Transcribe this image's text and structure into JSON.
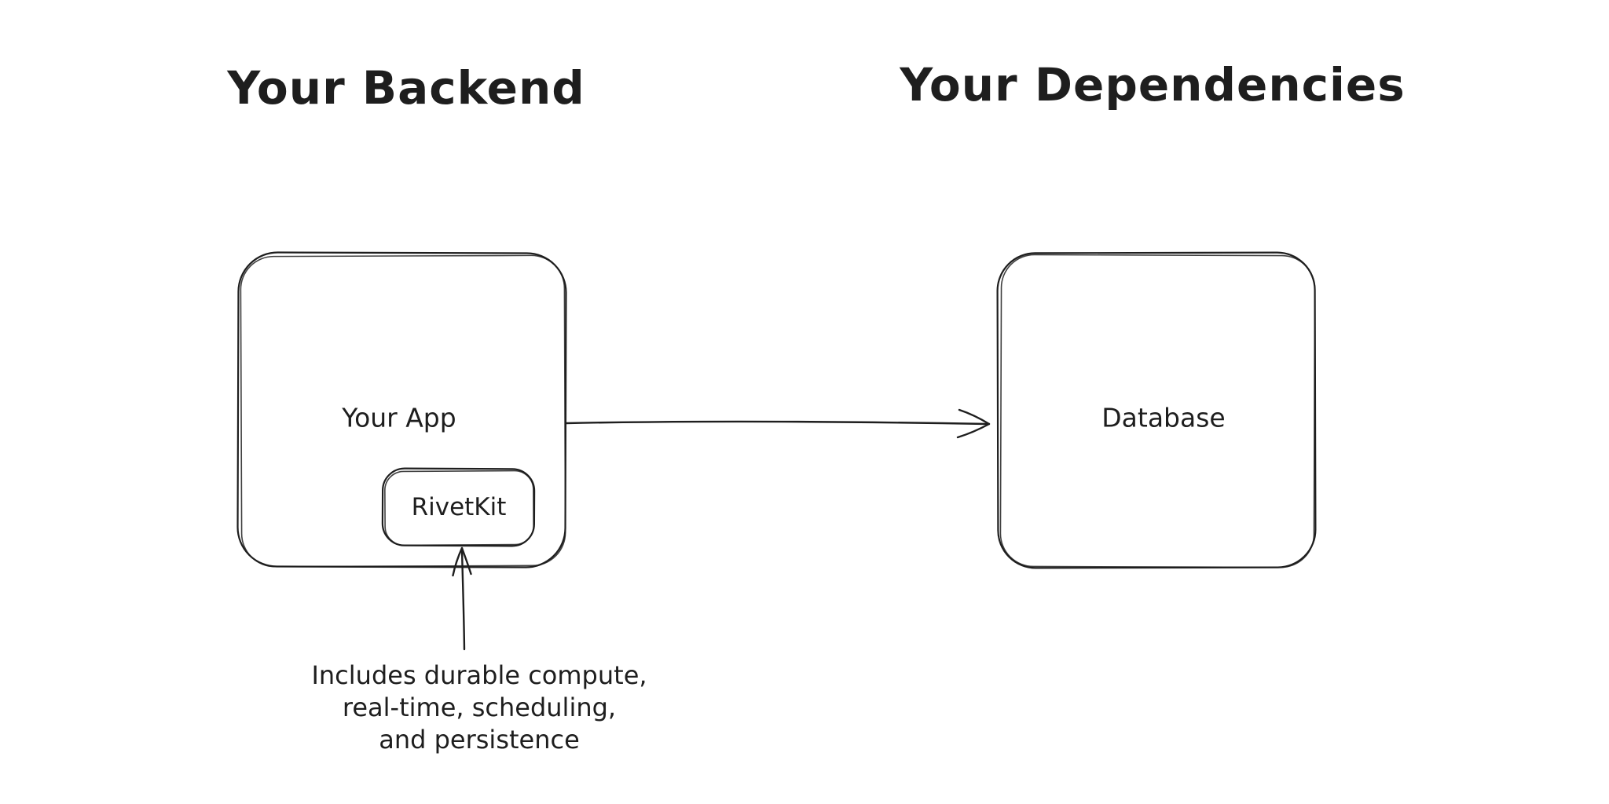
{
  "page": {
    "background": "#ffffff",
    "stroke_color": "#1e1e1e"
  },
  "titles": {
    "left": "Your Backend",
    "right": "Your Dependencies"
  },
  "nodes": {
    "app": {
      "label": "Your App"
    },
    "rivetkit": {
      "label": "RivetKit"
    },
    "database": {
      "label": "Database"
    }
  },
  "arrows": {
    "app_to_database": "app-to-database",
    "annotation_to_rivetkit": "annotation-to-rivetkit"
  },
  "annotation": {
    "lines": [
      "Includes durable compute,",
      "real-time, scheduling,",
      "and persistence"
    ]
  }
}
